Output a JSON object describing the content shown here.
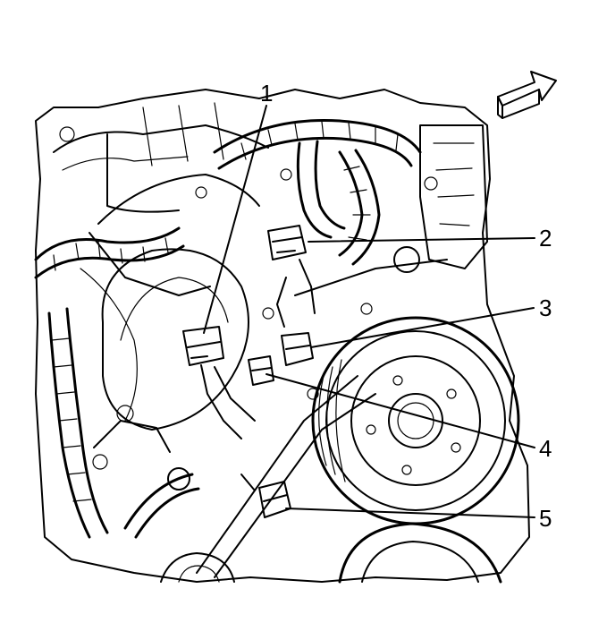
{
  "callouts": [
    {
      "id": "1",
      "label": "1"
    },
    {
      "id": "2",
      "label": "2"
    },
    {
      "id": "3",
      "label": "3"
    },
    {
      "id": "4",
      "label": "4"
    },
    {
      "id": "5",
      "label": "5"
    }
  ],
  "direction_arrow": {
    "icon": "forward-arrow-icon"
  },
  "colors": {
    "line": "#000000",
    "background": "#ffffff"
  }
}
